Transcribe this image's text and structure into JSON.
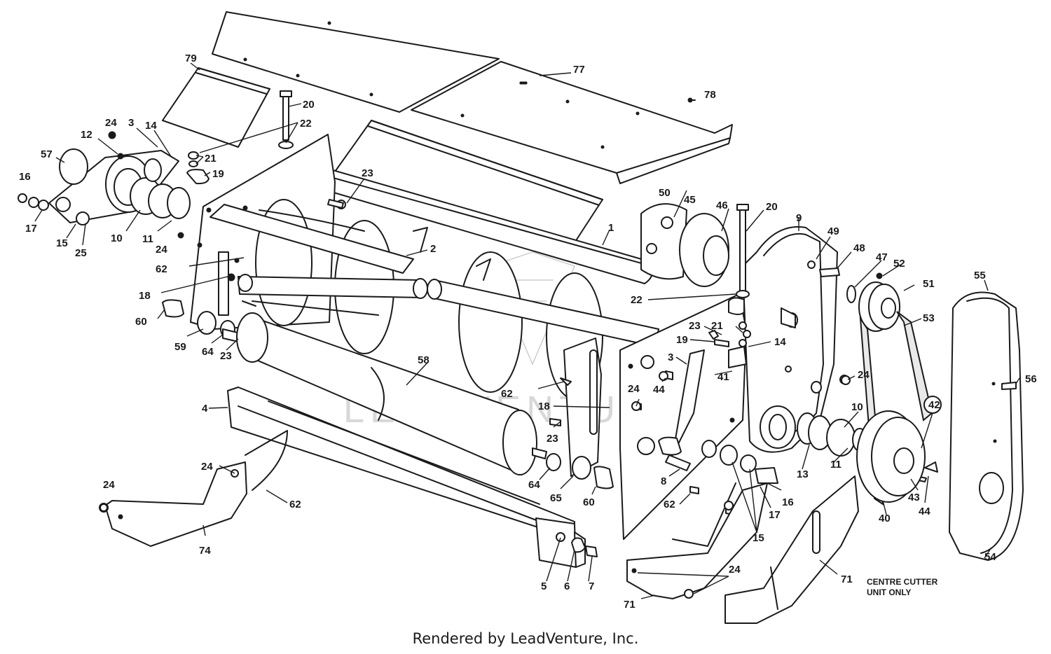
{
  "diagram": {
    "watermark": "LEADVENTURE",
    "note_lines": [
      "CENTRE CUTTER",
      "UNIT ONLY"
    ],
    "credit": "Rendered by LeadVenture, Inc."
  },
  "callouts": [
    {
      "id": "c79",
      "label": "79"
    },
    {
      "id": "c77",
      "label": "77"
    },
    {
      "id": "c78",
      "label": "78"
    },
    {
      "id": "c20a",
      "label": "20"
    },
    {
      "id": "c22a",
      "label": "22"
    },
    {
      "id": "c21a",
      "label": "21"
    },
    {
      "id": "c19a",
      "label": "19"
    },
    {
      "id": "c24a",
      "label": "24"
    },
    {
      "id": "c12",
      "label": "12"
    },
    {
      "id": "c3a",
      "label": "3"
    },
    {
      "id": "c14a",
      "label": "14"
    },
    {
      "id": "c57",
      "label": "57"
    },
    {
      "id": "c16a",
      "label": "16"
    },
    {
      "id": "c17a",
      "label": "17"
    },
    {
      "id": "c15a",
      "label": "15"
    },
    {
      "id": "c25",
      "label": "25"
    },
    {
      "id": "c10a",
      "label": "10"
    },
    {
      "id": "c11a",
      "label": "11"
    },
    {
      "id": "c24b",
      "label": "24"
    },
    {
      "id": "c23a",
      "label": "23"
    },
    {
      "id": "c1",
      "label": "1"
    },
    {
      "id": "c2",
      "label": "2"
    },
    {
      "id": "c62a",
      "label": "62"
    },
    {
      "id": "c18a",
      "label": "18"
    },
    {
      "id": "c60a",
      "label": "60"
    },
    {
      "id": "c59",
      "label": "59"
    },
    {
      "id": "c64a",
      "label": "64"
    },
    {
      "id": "c23b",
      "label": "23"
    },
    {
      "id": "c50",
      "label": "50"
    },
    {
      "id": "c45",
      "label": "45"
    },
    {
      "id": "c46",
      "label": "46"
    },
    {
      "id": "c20b",
      "label": "20"
    },
    {
      "id": "c9",
      "label": "9"
    },
    {
      "id": "c49",
      "label": "49"
    },
    {
      "id": "c48",
      "label": "48"
    },
    {
      "id": "c47",
      "label": "47"
    },
    {
      "id": "c52",
      "label": "52"
    },
    {
      "id": "c51",
      "label": "51"
    },
    {
      "id": "c55",
      "label": "55"
    },
    {
      "id": "c53",
      "label": "53"
    },
    {
      "id": "c22b",
      "label": "22"
    },
    {
      "id": "c23c",
      "label": "23"
    },
    {
      "id": "c21b",
      "label": "21"
    },
    {
      "id": "c19b",
      "label": "19"
    },
    {
      "id": "c14b",
      "label": "14"
    },
    {
      "id": "c3b",
      "label": "3"
    },
    {
      "id": "c41",
      "label": "41"
    },
    {
      "id": "c44a",
      "label": "44"
    },
    {
      "id": "c24c",
      "label": "24"
    },
    {
      "id": "c24d",
      "label": "24"
    },
    {
      "id": "c56",
      "label": "56"
    },
    {
      "id": "c58",
      "label": "58"
    },
    {
      "id": "c62b",
      "label": "62"
    },
    {
      "id": "c18b",
      "label": "18"
    },
    {
      "id": "c4",
      "label": "4"
    },
    {
      "id": "c23d",
      "label": "23"
    },
    {
      "id": "c10b",
      "label": "10"
    },
    {
      "id": "c42",
      "label": "42"
    },
    {
      "id": "c11b",
      "label": "11"
    },
    {
      "id": "c13",
      "label": "13"
    },
    {
      "id": "c8",
      "label": "8"
    },
    {
      "id": "c16b",
      "label": "16"
    },
    {
      "id": "c43",
      "label": "43"
    },
    {
      "id": "c44b",
      "label": "44"
    },
    {
      "id": "c40",
      "label": "40"
    },
    {
      "id": "c24e",
      "label": "24"
    },
    {
      "id": "c64b",
      "label": "64"
    },
    {
      "id": "c65",
      "label": "65"
    },
    {
      "id": "c60b",
      "label": "60"
    },
    {
      "id": "c62c",
      "label": "62"
    },
    {
      "id": "c17b",
      "label": "17"
    },
    {
      "id": "c15b",
      "label": "15"
    },
    {
      "id": "c62d",
      "label": "62"
    },
    {
      "id": "c24f",
      "label": "24"
    },
    {
      "id": "c74",
      "label": "74"
    },
    {
      "id": "c54",
      "label": "54"
    },
    {
      "id": "c24g",
      "label": "24"
    },
    {
      "id": "c5",
      "label": "5"
    },
    {
      "id": "c6",
      "label": "6"
    },
    {
      "id": "c7",
      "label": "7"
    },
    {
      "id": "c71a",
      "label": "71"
    },
    {
      "id": "c71b",
      "label": "71"
    }
  ]
}
